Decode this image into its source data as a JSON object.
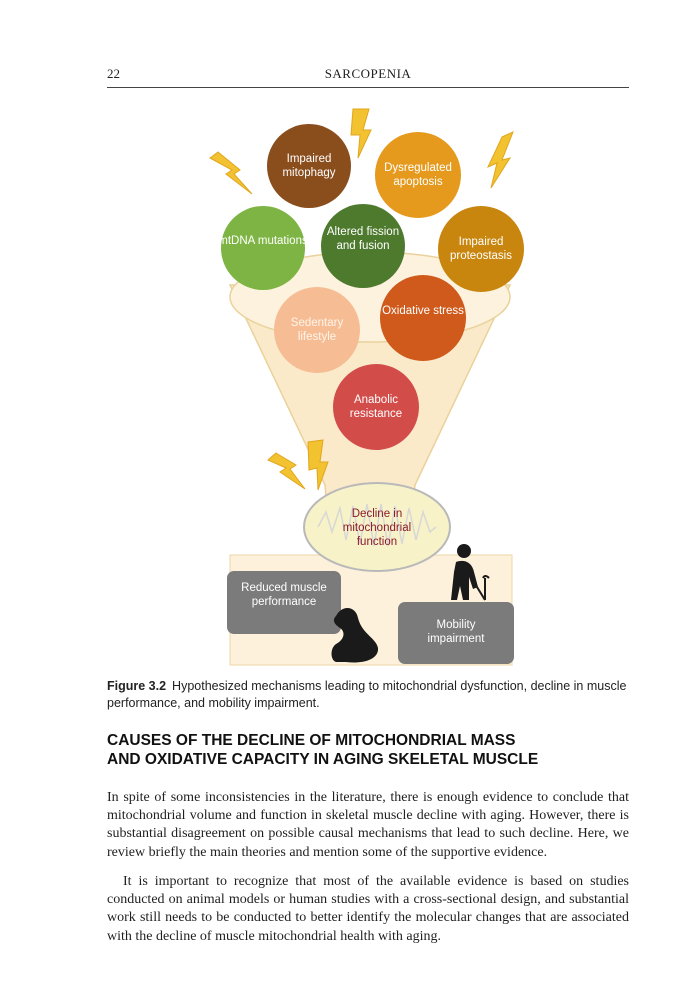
{
  "page": {
    "number": "22",
    "running_title": "SARCOPENIA"
  },
  "figure": {
    "circles": [
      {
        "label": "Impaired mitophagy",
        "color": "#8a4d1c"
      },
      {
        "label": "Dysregulated apoptosis",
        "color": "#e59a1e"
      },
      {
        "label": "mtDNA mutations",
        "color": "#7db443"
      },
      {
        "label": "Altered fission and fusion",
        "color": "#4e7a2e"
      },
      {
        "label": "Impaired proteostasis",
        "color": "#c9860f"
      },
      {
        "label": "Sedentary lifestyle",
        "color": "#f6bd95"
      },
      {
        "label": "Oxidative stress",
        "color": "#cf5a1c"
      },
      {
        "label": "Anabolic resistance",
        "color": "#d24d4a"
      }
    ],
    "mitochondrion_label": "Decline in mitochondrial function",
    "outcome_left": "Reduced muscle performance",
    "outcome_right": "Mobility impairment",
    "icons": [
      "lightning-icon",
      "flexed-arm-icon",
      "elderly-person-with-cane-icon"
    ],
    "colors": {
      "funnel": "#fbeac9",
      "funnel_edge": "#e9d29c",
      "mito_text": "#8b1a2b",
      "outcome_box": "#7b7b7b",
      "lightning": "#f2c230"
    }
  },
  "caption": {
    "label": "Figure 3.2",
    "text": "Hypothesized mechanisms leading to mitochondrial dysfunction, decline in muscle performance, and mobility impairment."
  },
  "section": {
    "heading_line1": "CAUSES OF THE DECLINE OF MITOCHONDRIAL MASS",
    "heading_line2": "AND OXIDATIVE CAPACITY IN AGING SKELETAL MUSCLE"
  },
  "body": {
    "p1": "In spite of some inconsistencies in the literature, there is enough evidence to conclude that mitochondrial volume and function in skeletal muscle decline with aging. However, there is substantial disagreement on possible causal mechanisms that lead to such decline. Here, we review briefly the main theories and mention some of the supportive evidence.",
    "p2": "It is important to recognize that most of the available evidence is based on studies conducted on animal models or human studies with a cross-sectional design, and substantial work still needs to be conducted to better identify the molecular changes that are associated with the decline of muscle mitochondrial health with aging."
  }
}
